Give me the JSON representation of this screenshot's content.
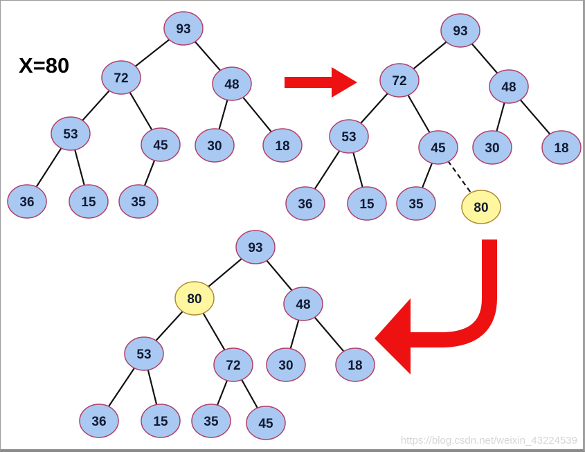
{
  "title": "X=80",
  "watermark": "https://blog.csdn.net/weixin_43224539",
  "colors": {
    "node_fill": "#a9c9f2",
    "node_border": "#b0406a",
    "new_fill": "#fff7a0",
    "new_border": "#b08a30",
    "arrow": "#ee1111",
    "edge": "#111111"
  },
  "trees": [
    {
      "name": "initial-heap",
      "nodes": [
        "93",
        "72",
        "48",
        "53",
        "45",
        "30",
        "18",
        "36",
        "15",
        "35"
      ]
    },
    {
      "name": "insert-at-end",
      "nodes": [
        "93",
        "72",
        "48",
        "53",
        "45",
        "30",
        "18",
        "36",
        "15",
        "35",
        "80"
      ]
    },
    {
      "name": "after-sift-up",
      "nodes": [
        "93",
        "80",
        "48",
        "53",
        "72",
        "30",
        "18",
        "36",
        "15",
        "35",
        "45"
      ]
    }
  ]
}
